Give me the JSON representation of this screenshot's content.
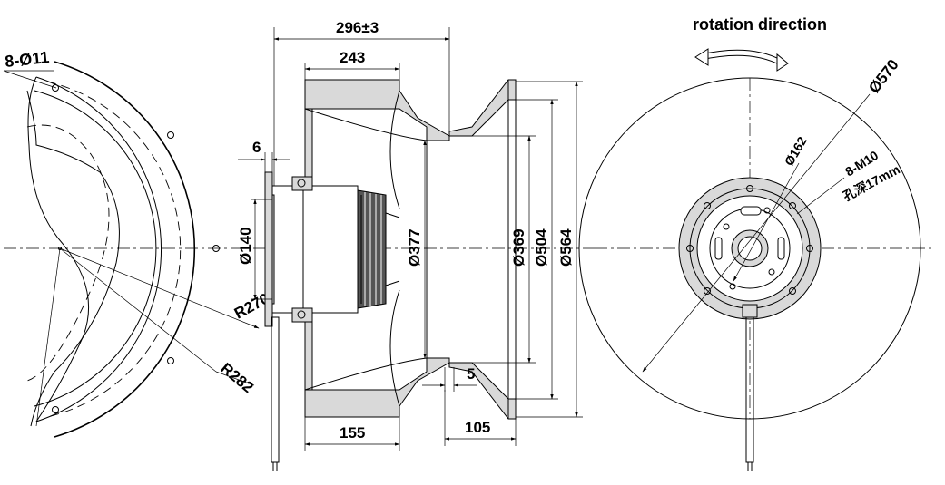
{
  "drawing": {
    "rotation_label": "rotation direction",
    "dims": {
      "holes": "8-Ø11",
      "r270": "R270",
      "r282": "R282",
      "overall_depth": "296±3",
      "housing_depth": "243",
      "flange_thickness": "6",
      "motor_dia": "Ø140",
      "inlet_dia": "Ø377",
      "ring_dia_369": "Ø369",
      "ring_dia_504": "Ø504",
      "ring_dia_564": "Ø564",
      "gap_5": "5",
      "depth_155": "155",
      "depth_105": "105",
      "outer_dia": "Ø570",
      "hub_dia": "Ø162",
      "thread": "8-M10",
      "thread_depth": "孔深17mm"
    }
  }
}
